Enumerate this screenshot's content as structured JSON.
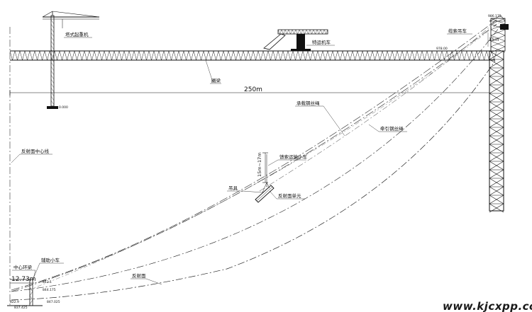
{
  "labels": {
    "tower_crane": "塔式起重机",
    "transport_vehicle": "特运机车",
    "cable_car": "缆索吊车",
    "ring_beam": "圈梁",
    "span": "250m",
    "bearing_cable": "承载钢丝绳",
    "traction_cable": "牵引钢丝绳",
    "feed_cable_car": "馈索运输小车",
    "hanger": "吊具",
    "reflector_unit": "反射面单元",
    "height_dim": "15m~17m",
    "reflector_center_line": "反射面中心线",
    "center_ring_beam": "中心环梁",
    "auxiliary_car": "辅助小车",
    "center_dim": "12.73m",
    "reflector_surface": "反射面",
    "tower_dim": "15m",
    "watermark": "www.kjcxpp.com"
  },
  "elevations": {
    "crane_base": "0.000",
    "ring_beam_right": "978.00",
    "tower_top": "986.175",
    "center_1": "843.1",
    "center_2": "844.175",
    "center_3": "822.9",
    "center_4": "847.025",
    "ground": "837.425"
  }
}
